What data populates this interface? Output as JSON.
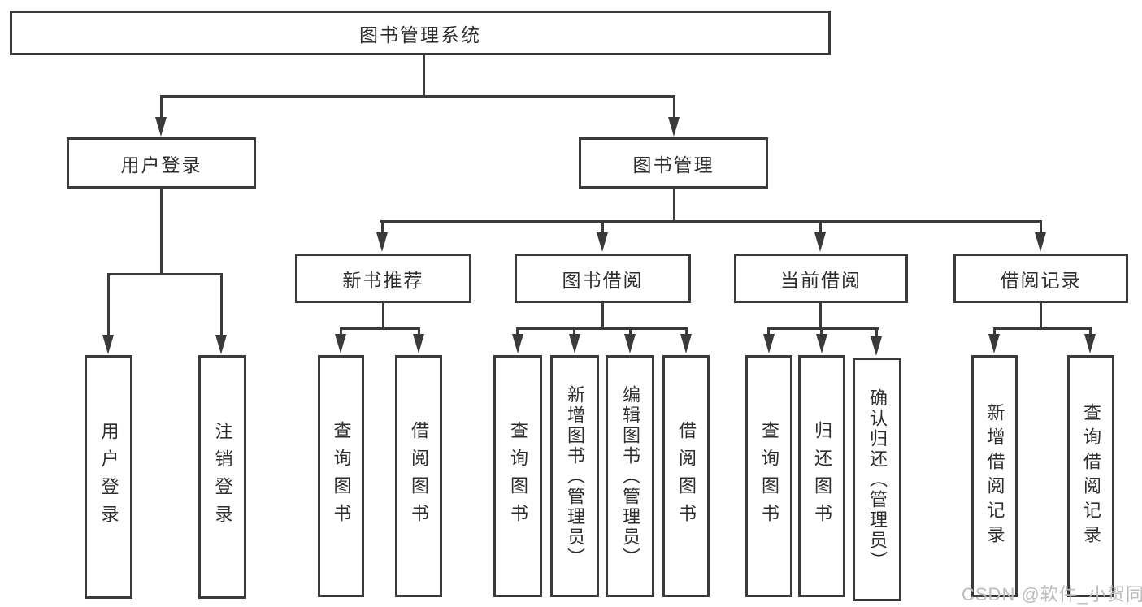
{
  "diagram": {
    "root": {
      "label": "图书管理系统"
    },
    "branches": [
      {
        "label": "用户登录",
        "children": [
          {
            "label": "用户登录"
          },
          {
            "label": "注销登录"
          }
        ]
      },
      {
        "label": "图书管理",
        "children": [
          {
            "label": "新书推荐",
            "children": [
              {
                "label": "查询图书"
              },
              {
                "label": "借阅图书"
              }
            ]
          },
          {
            "label": "图书借阅",
            "children": [
              {
                "label": "查询图书"
              },
              {
                "label": "新增图书（管理员）"
              },
              {
                "label": "编辑图书（管理员）"
              },
              {
                "label": "借阅图书"
              }
            ]
          },
          {
            "label": "当前借阅",
            "children": [
              {
                "label": "查询图书"
              },
              {
                "label": "归还图书"
              },
              {
                "label": "确认归还（管理员）"
              }
            ]
          },
          {
            "label": "借阅记录",
            "children": [
              {
                "label": "新增借阅记录"
              },
              {
                "label": "查询借阅记录"
              }
            ]
          }
        ]
      }
    ]
  },
  "watermark": {
    "text": "CSDN @软件_小贺同学"
  },
  "colors": {
    "line": "#3a3a3a",
    "text": "#2e2e2e",
    "watermark": "#bcbcbc",
    "background": "#ffffff"
  }
}
